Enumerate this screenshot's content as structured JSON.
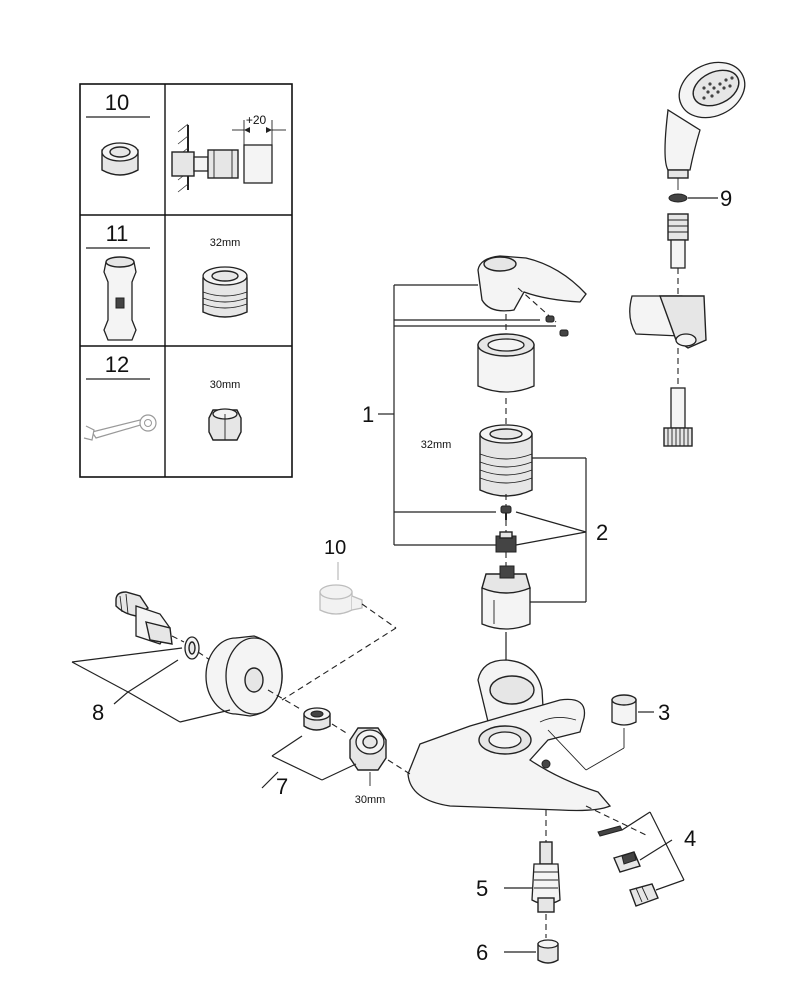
{
  "legend_table": {
    "rows": [
      {
        "number": "10",
        "dimension": "+20"
      },
      {
        "number": "11",
        "dimension": "32mm"
      },
      {
        "number": "12",
        "dimension": "30mm"
      }
    ]
  },
  "callouts": {
    "c1": "1",
    "c2": "2",
    "c3": "3",
    "c4": "4",
    "c5": "5",
    "c6": "6",
    "c7": "7",
    "c8": "8",
    "c9": "9",
    "c10": "10"
  },
  "dimensions": {
    "cartridge_nut": "32mm",
    "hex_nut": "30mm"
  }
}
